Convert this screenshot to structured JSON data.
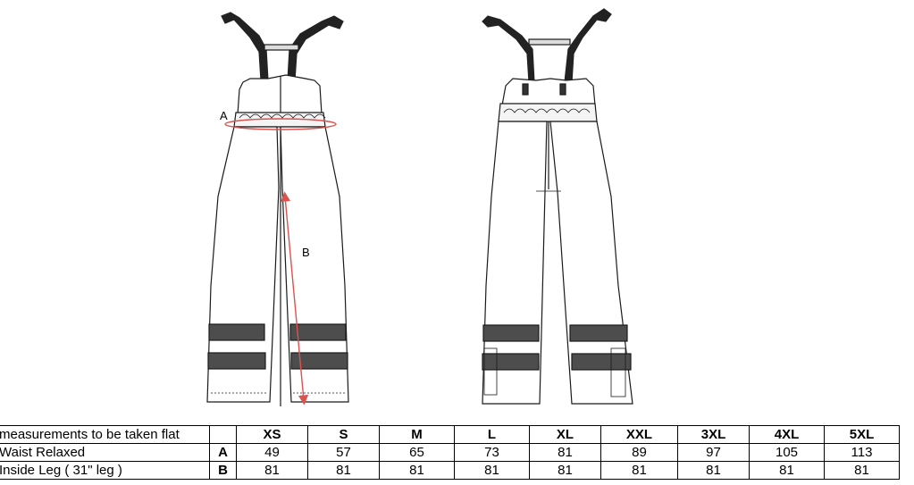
{
  "diagram": {
    "label_a": "A",
    "label_b": "B",
    "colors": {
      "line": "#1a1a1a",
      "reflective_band": "#4d4d4d",
      "dimension_arrow": "#d9534f"
    }
  },
  "table": {
    "header_label": "measurements to be taken flat",
    "sizes": [
      "XS",
      "S",
      "M",
      "L",
      "XL",
      "XXL",
      "3XL",
      "4XL",
      "5XL"
    ],
    "rows": [
      {
        "label": "Waist Relaxed",
        "code": "A",
        "values": [
          49,
          57,
          65,
          73,
          81,
          89,
          97,
          105,
          113
        ]
      },
      {
        "label": "Inside Leg ( 31\" leg )",
        "code": "B",
        "values": [
          81,
          81,
          81,
          81,
          81,
          81,
          81,
          81,
          81
        ]
      }
    ]
  }
}
